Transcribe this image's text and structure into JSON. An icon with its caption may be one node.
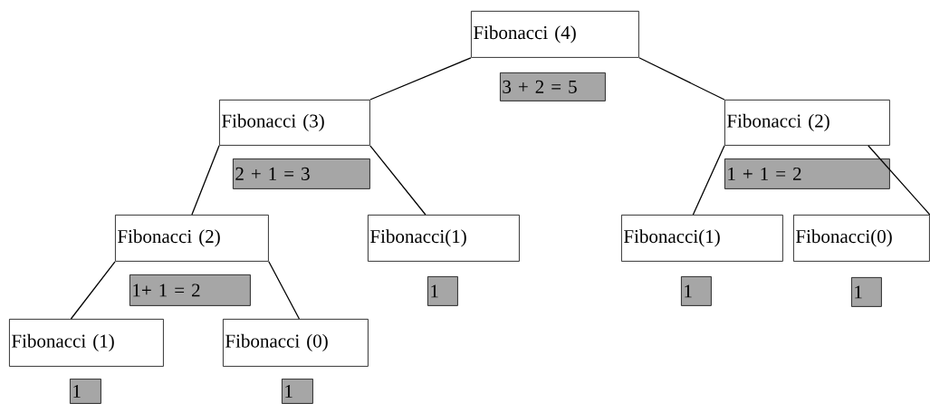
{
  "diagram": {
    "nodes": [
      {
        "text": [
          "Fibonacci (4)"
        ]
      },
      {
        "text": [
          "Fibonacci (3)"
        ]
      },
      {
        "text": [
          "Fibonacci (2)"
        ]
      },
      {
        "text": [
          "Fibonacci (2)"
        ]
      },
      {
        "text": [
          "Fibonacci(1)"
        ]
      },
      {
        "text": [
          "Fibonacci(1)"
        ]
      },
      {
        "text": [
          "Fibonacci(0)"
        ]
      },
      {
        "text": [
          "Fibonacci (1)"
        ]
      },
      {
        "text": [
          "Fibonacci (0)"
        ]
      },
      {
        "text": [
          "3 + 2 = 5"
        ]
      },
      {
        "text": [
          "2 + 1 = 3"
        ]
      },
      {
        "text": [
          "1 + 1 = 2"
        ]
      },
      {
        "text": [
          "1+ 1 = 2"
        ]
      },
      {
        "text": [
          "1"
        ]
      },
      {
        "text": [
          "1"
        ]
      },
      {
        "text": [
          "1"
        ]
      },
      {
        "text": [
          "1"
        ]
      },
      {
        "text": [
          "1"
        ]
      }
    ],
    "edges": [
      {
        "from": 0,
        "to": 1,
        "arrow": "none"
      },
      {
        "from": 0,
        "to": 2,
        "arrow": "none"
      },
      {
        "from": 1,
        "to": 3,
        "arrow": "none"
      },
      {
        "from": 1,
        "to": 4,
        "arrow": "none"
      },
      {
        "from": 2,
        "to": 5,
        "arrow": "none"
      },
      {
        "from": 2,
        "to": 6,
        "arrow": "none"
      },
      {
        "from": 3,
        "to": 7,
        "arrow": "none"
      },
      {
        "from": 3,
        "to": 8,
        "arrow": "none"
      }
    ]
  }
}
